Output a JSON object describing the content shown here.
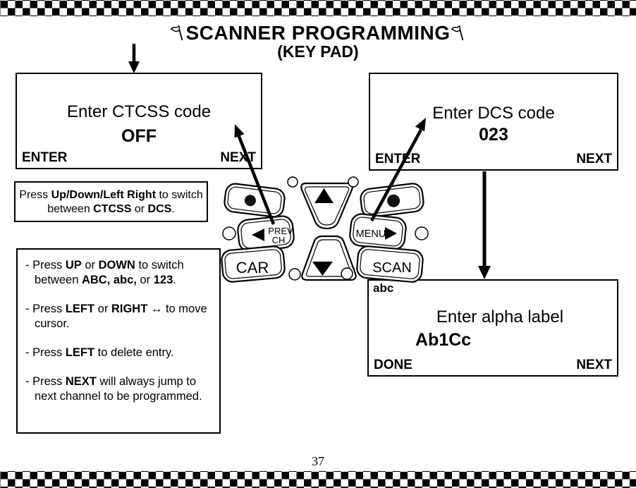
{
  "title": {
    "line1": "SCANNER PROGRAMMING",
    "line2": "(KEY PAD)"
  },
  "icons": {
    "title_flag": "flag",
    "up_arrow": "▲",
    "down_arrow": "▼",
    "left_arrow": "◄",
    "right_arrow": "►",
    "left_right_arrow": "↔"
  },
  "screens": {
    "ctcss": {
      "prompt": "Enter CTCSS code",
      "value": "OFF",
      "softkey_left": "ENTER",
      "softkey_right": "NEXT"
    },
    "dcs": {
      "prompt": "Enter DCS code",
      "value": "023",
      "softkey_left": "ENTER",
      "softkey_right": "NEXT"
    },
    "alpha": {
      "mode_indicator": "abc",
      "prompt": "Enter alpha label",
      "value": "Ab1Cc",
      "softkey_left": "DONE",
      "softkey_right": "NEXT"
    }
  },
  "notes": {
    "switch_mode": [
      {
        "t": "Press "
      },
      {
        "t": "Up/Down/Left Right",
        "b": true
      },
      {
        "t": " to switch between "
      },
      {
        "t": "CTCSS",
        "b": true
      },
      {
        "t": " or "
      },
      {
        "t": "DCS",
        "b": true
      },
      {
        "t": "."
      }
    ],
    "key_instructions": [
      [
        {
          "t": "- Press "
        },
        {
          "t": "UP",
          "b": true
        },
        {
          "t": " or "
        },
        {
          "t": "DOWN",
          "b": true
        },
        {
          "t": " to switch between "
        },
        {
          "t": "ABC, abc,",
          "b": true
        },
        {
          "t": " or "
        },
        {
          "t": "123",
          "b": true
        },
        {
          "t": "."
        }
      ],
      [
        {
          "t": "- Press "
        },
        {
          "t": "LEFT",
          "b": true
        },
        {
          "t": " or "
        },
        {
          "t": "RIGHT",
          "b": true
        },
        {
          "t": " ↔ to move cursor."
        }
      ],
      [
        {
          "t": "- Press "
        },
        {
          "t": "LEFT",
          "b": true
        },
        {
          "t": " to delete entry."
        }
      ],
      [
        {
          "t": "- Press "
        },
        {
          "t": "NEXT",
          "b": true
        },
        {
          "t": " will always jump to next channel to be programmed."
        }
      ]
    ]
  },
  "keypad": {
    "buttons": {
      "prev_line1": "PREV",
      "prev_line2": "CH",
      "menu": "MENU",
      "car": "CAR",
      "scan": "SCAN"
    }
  },
  "page": {
    "number": "37"
  },
  "colors": {
    "ink": "#000000",
    "paper": "#ffffff"
  }
}
